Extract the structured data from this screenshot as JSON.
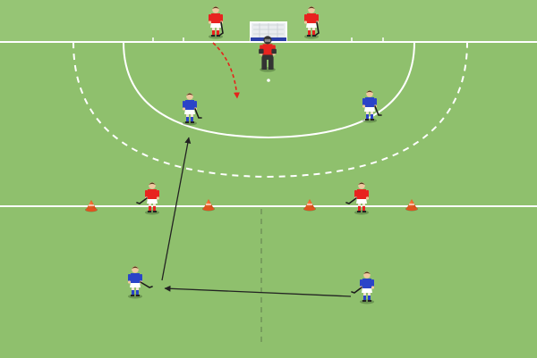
{
  "diagram": {
    "type": "field-hockey-drill",
    "colors": {
      "grass": "#8fc06d",
      "sideline_strip": "#98c776",
      "line": "#ffffff",
      "red_team": "#e8231f",
      "blue_team": "#2a44c8",
      "shorts": "#ffffff",
      "goalkeeper": "#e8231f",
      "cone": "#e0531f",
      "pass_arrow": "#222222",
      "run_arrow": "#e5231b"
    },
    "players": [
      {
        "id": "red-post-left",
        "team": "red",
        "role": "attacker",
        "facing": "down"
      },
      {
        "id": "red-post-right",
        "team": "red",
        "role": "attacker",
        "facing": "down"
      },
      {
        "id": "goalkeeper",
        "team": "red",
        "role": "goalkeeper",
        "facing": "down"
      },
      {
        "id": "blue-circle-left",
        "team": "blue",
        "role": "defender",
        "facing": "down"
      },
      {
        "id": "blue-circle-right",
        "team": "blue",
        "role": "defender",
        "facing": "down"
      },
      {
        "id": "red-mid-left",
        "team": "red",
        "role": "midfielder",
        "facing": "left"
      },
      {
        "id": "red-mid-right",
        "team": "red",
        "role": "midfielder",
        "facing": "left"
      },
      {
        "id": "blue-back-left",
        "team": "blue",
        "role": "back",
        "facing": "right"
      },
      {
        "id": "blue-back-right",
        "team": "blue",
        "role": "back",
        "facing": "left"
      }
    ],
    "cones": 4,
    "passes": 2,
    "runs": 1,
    "icons": [
      "hockey-player-icon",
      "goalkeeper-icon",
      "cone-icon",
      "goal-icon",
      "pass-arrow-icon",
      "run-arrow-icon"
    ]
  }
}
